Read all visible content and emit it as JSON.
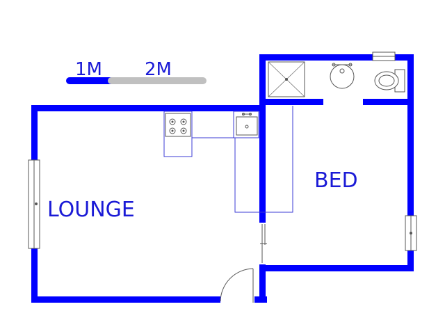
{
  "scale": {
    "label_1": "1M",
    "label_2": "2M"
  },
  "rooms": {
    "lounge": "LOUNGE",
    "bed": "BED"
  },
  "colors": {
    "wall": "#0000ff",
    "scale_dark": "#0000ff",
    "scale_light": "#c0c0c0",
    "label": "#1a1ad6"
  },
  "fixtures": [
    "stove-icon",
    "sink-icon",
    "shower-icon",
    "basin-icon",
    "toilet-icon",
    "window-icon",
    "door-icon"
  ]
}
